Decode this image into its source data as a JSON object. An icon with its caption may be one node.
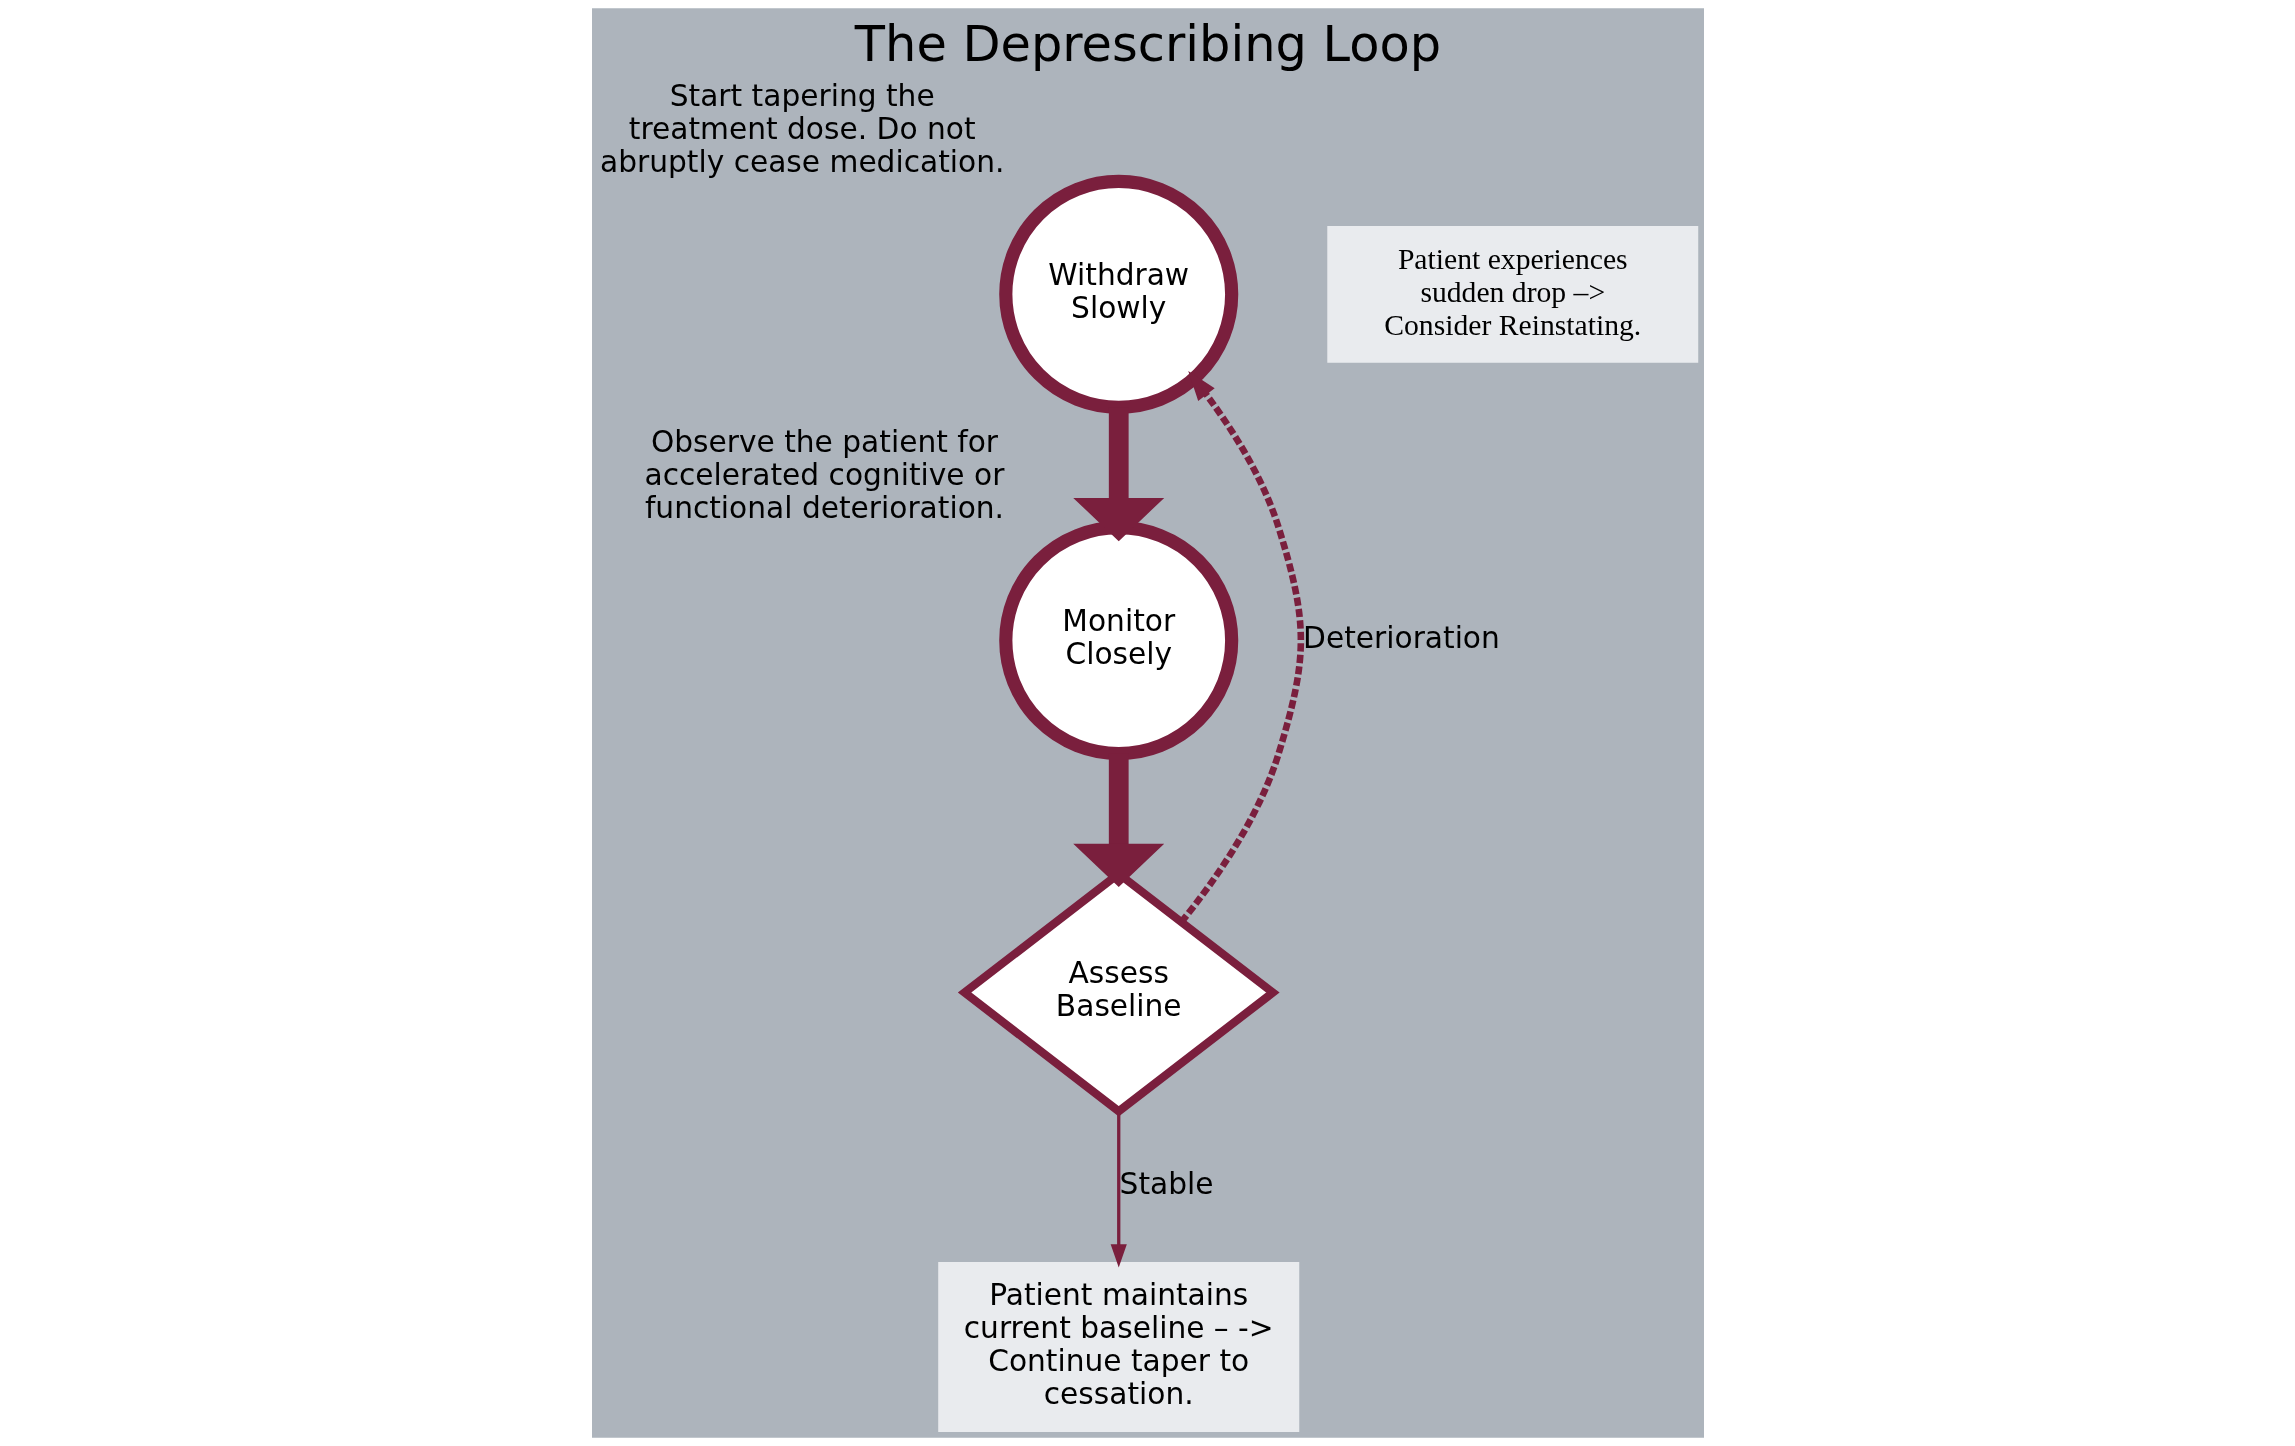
{
  "diagram": {
    "title": "The Deprescribing Loop",
    "nodes": [
      {
        "text": [
          "Withdraw Slowly"
        ],
        "beside": [
          "Start tapering the treatment dose. Do not abruptly cease medication."
        ]
      },
      {
        "text": [
          "Monitor Closely"
        ],
        "beside": [
          "Observe the patient for accelerated cognitive or functional deterioration."
        ]
      },
      {
        "text": [
          "Assess Baseline"
        ]
      },
      {
        "text": [
          "Patient maintains current baseline – -> Continue taper to cessation."
        ]
      },
      {
        "text": [
          "Patient experiences sudden drop –> Consider Reinstating."
        ]
      }
    ],
    "edges": [
      {
        "from": 0,
        "to": 1,
        "arrow": "to",
        "style": "thick"
      },
      {
        "from": 1,
        "to": 2,
        "arrow": "to",
        "style": "thick"
      },
      {
        "from": 2,
        "to": 0,
        "arrow": "to",
        "style": "dashed",
        "label": "Deterioration"
      },
      {
        "from": 2,
        "to": 3,
        "arrow": "to",
        "label": "Stable"
      }
    ]
  }
}
